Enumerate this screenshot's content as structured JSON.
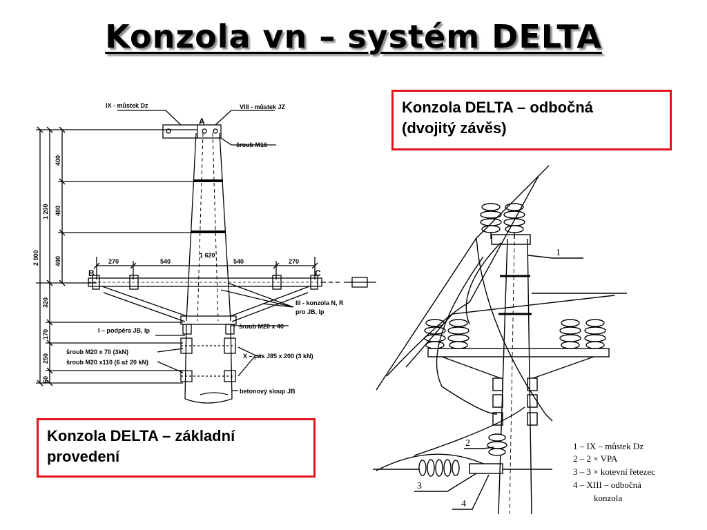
{
  "slide": {
    "title": "Konzola vn – systém DELTA",
    "caption_branch_line1": "Konzola DELTA – odbočná",
    "caption_branch_line2": "(dvojitý závěs)",
    "caption_basic_line1": "Konzola DELTA – základní",
    "caption_basic_line2": "provedení"
  },
  "left_drawing": {
    "point_a": "A",
    "point_b": "B",
    "point_c": "C",
    "label_ix": "IX - můstek Dz",
    "label_viii": "VIII - můstek JZ",
    "label_bolt_m16": "šroub M16",
    "label_iii_1": "III - konzola N, R",
    "label_iii_2": "pro JB, Ip",
    "label_bolt_m20x40": "šroub M20 x 40",
    "label_i": "I – podpěra JB, Ip",
    "label_bolt_m20x70": "šroub M20 x 70 (3kN)",
    "label_bolt_m20x110": "šroub M20 x110 (6 až 20 kN)",
    "label_x": "X – pás J85 x 200 (3 kN)",
    "label_pole": "betonový sloup JB",
    "dims_vertical": [
      "2 000",
      "1 200",
      "400",
      "400",
      "400",
      "320",
      "170",
      "250",
      "60"
    ],
    "dims_horizontal": [
      "270",
      "540",
      "1 620",
      "540",
      "270"
    ]
  },
  "right_drawing": {
    "callouts": [
      "1",
      "2",
      "3",
      "4"
    ],
    "legend": [
      "1 – IX – můstek Dz",
      "2 – 2 × VPA",
      "3 – 3 × kotevní řetezec",
      "4 – XIII – odbočná",
      "konzola"
    ]
  }
}
